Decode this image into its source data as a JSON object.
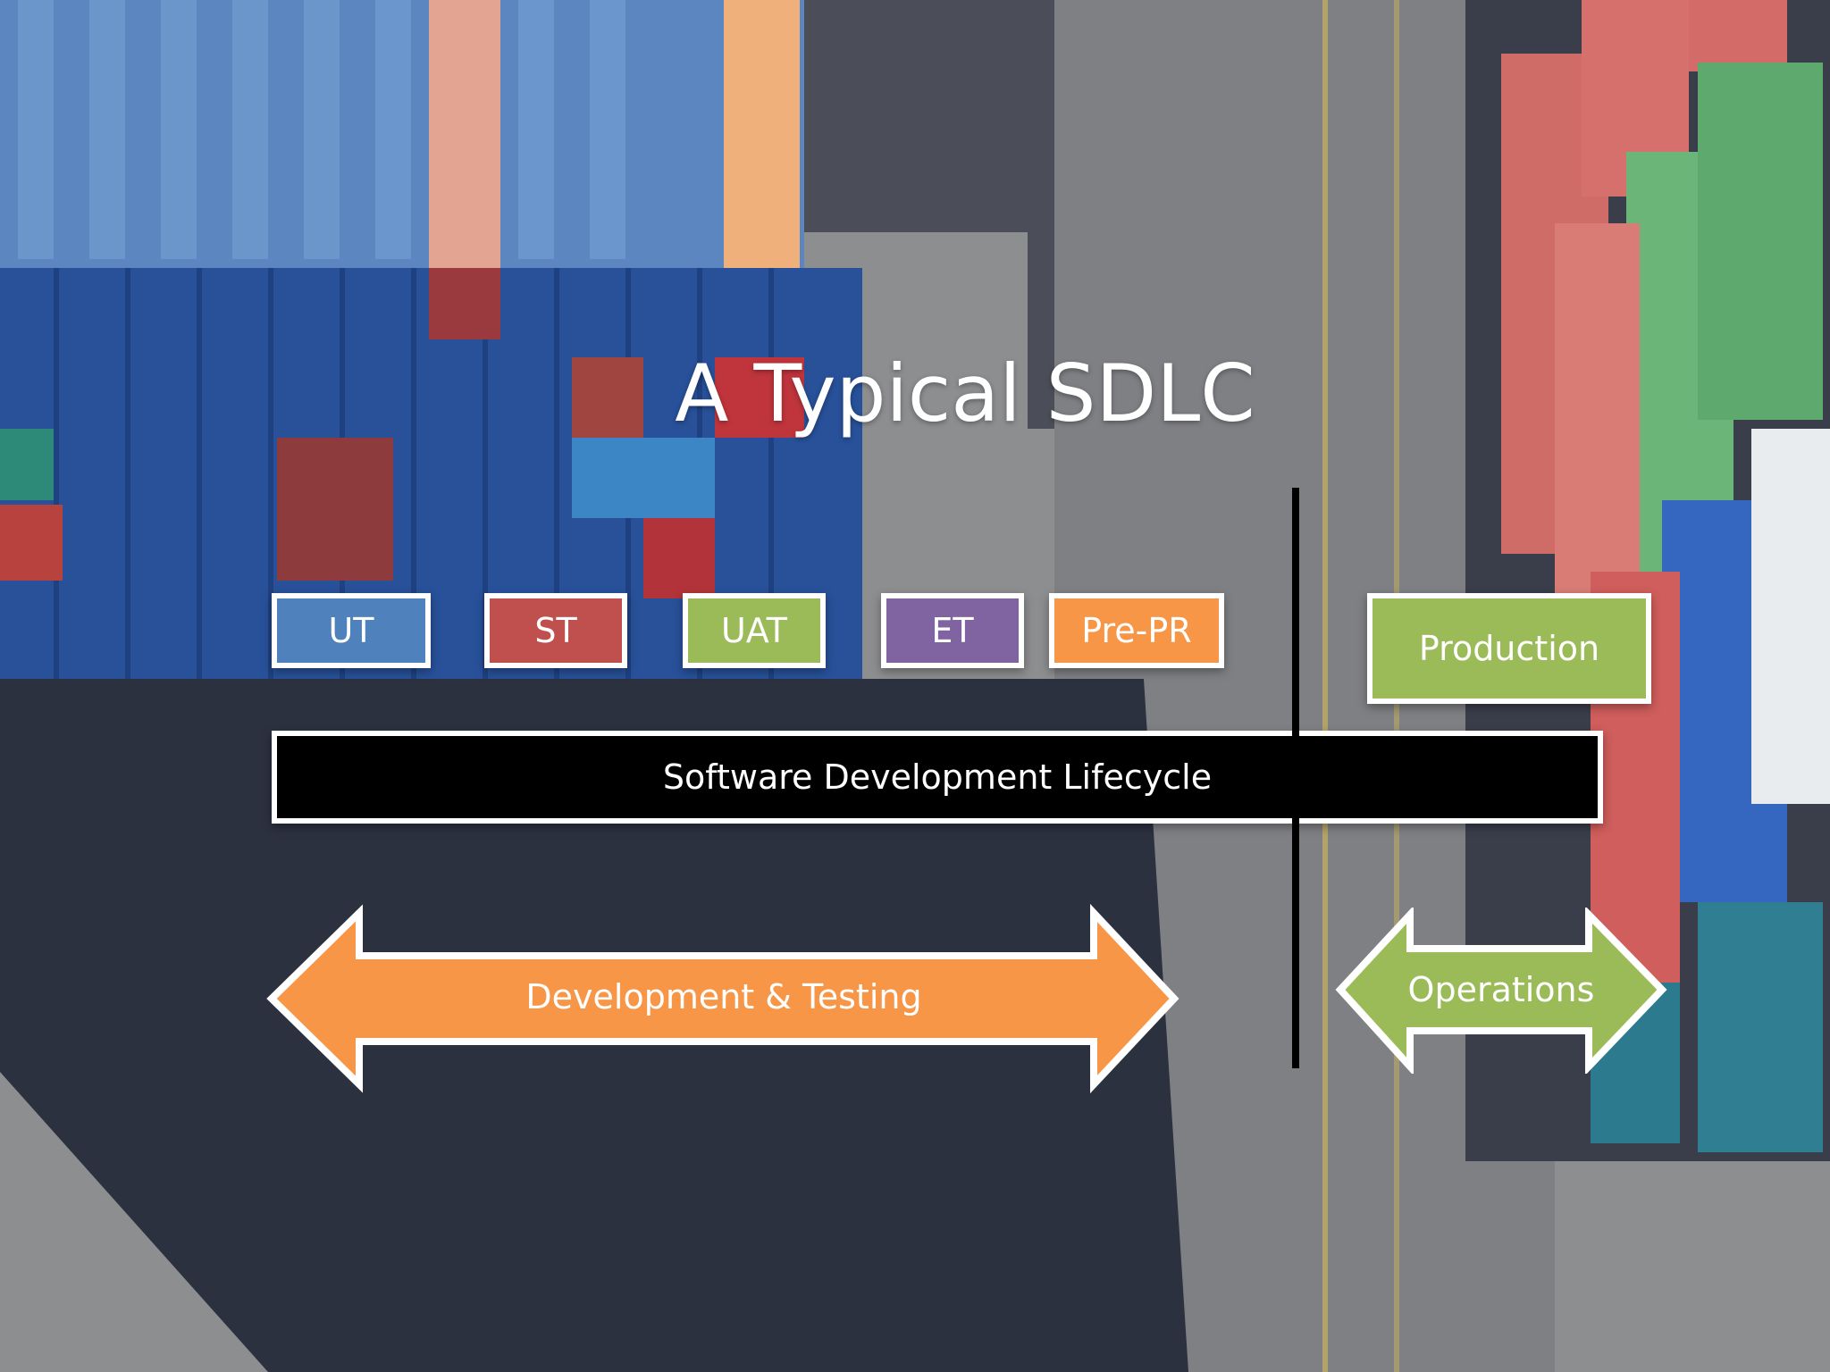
{
  "slide": {
    "title": "A Typical SDLC",
    "stages": [
      {
        "label": "UT",
        "color": "#4f81bd"
      },
      {
        "label": "ST",
        "color": "#c0504d"
      },
      {
        "label": "UAT",
        "color": "#9bbb59"
      },
      {
        "label": "ET",
        "color": "#8064a2"
      },
      {
        "label": "Pre-PR",
        "color": "#f79646"
      }
    ],
    "production": {
      "label": "Production",
      "color": "#9bbb59"
    },
    "lifecycle_bar": {
      "label": "Software Development Lifecycle",
      "color": "#000000"
    },
    "dev_testing_arrow": {
      "label": "Development & Testing",
      "color": "#f79646"
    },
    "operations_arrow": {
      "label": "Operations",
      "color": "#9bbb59"
    }
  }
}
